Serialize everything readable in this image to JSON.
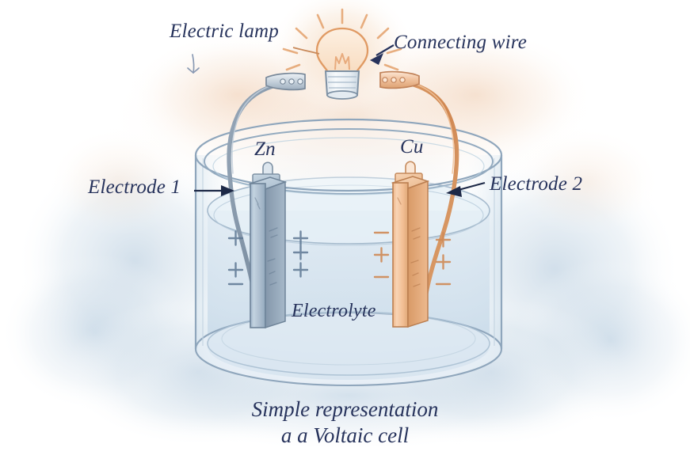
{
  "figure": {
    "title_caption": {
      "line1": "Simple representation",
      "line2": "a a Voltaic cell"
    },
    "background_color": "#ffffff",
    "wash_colors": {
      "blue": "#b9cede",
      "peach": "#f3d8c3"
    }
  },
  "labels": {
    "electric_lamp": "Electric lamp",
    "connecting_wire": "Connecting wire",
    "electrode_1": "Electrode 1",
    "electrode_2": "Electrode 2",
    "electrolyte": "Electrolyte",
    "zinc_symbol": "Zn",
    "copper_symbol": "Cu"
  },
  "components": {
    "lamp": {
      "name": "Electric lamp",
      "bulb_color": "#e8a274",
      "glow_rays": 11,
      "socket_color": "#e9eef3"
    },
    "left_wire": {
      "name": "Connecting wire left",
      "color": "#8796a8",
      "connects": [
        "lamp",
        "Electrode 1"
      ]
    },
    "right_wire": {
      "name": "Connecting wire right",
      "color": "#d08b57",
      "connects": [
        "lamp",
        "Electrode 2"
      ]
    },
    "electrode_left": {
      "label": "Zn",
      "role": "Electrode 1",
      "material": "Zinc",
      "color": "#a9bdd0"
    },
    "electrode_right": {
      "label": "Cu",
      "role": "Electrode 2",
      "material": "Copper",
      "color": "#f0b98c"
    },
    "beaker": {
      "name": "Glass beaker",
      "glass_color": "#8fa6bc",
      "liquid_color": "#ccdce9"
    },
    "electrolyte": {
      "name": "Electrolyte",
      "color": "#ccdce9"
    }
  },
  "charge_symbols": {
    "left_region": [
      "+",
      "+",
      "+",
      "+",
      "+",
      "−"
    ],
    "right_region": [
      "−",
      "+",
      "−",
      "+",
      "+",
      "−"
    ],
    "left_color": "#5d7793",
    "right_color": "#cf8a56"
  },
  "arrows": {
    "electrode_1": "points-right",
    "electrode_2": "points-left",
    "connecting_wire": "points-left-down",
    "electric_lamp": "points-right-down"
  }
}
